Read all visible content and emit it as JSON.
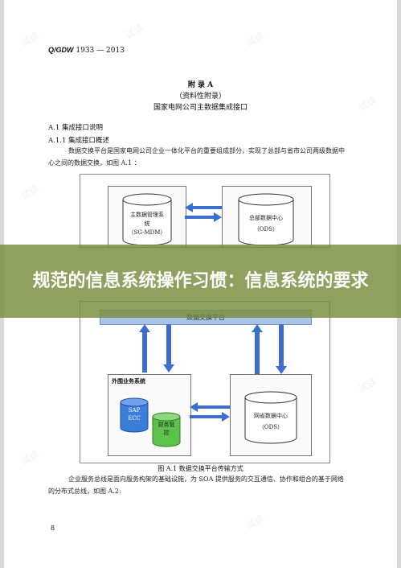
{
  "document": {
    "standard_code": "Q/GDW",
    "standard_number": "1933 — 2013",
    "annex_heading": "附 录 A",
    "annex_type": "（资料性附录）",
    "annex_title": "国家电网公司主数据集成接口",
    "section_a1": "A.1   集成接口说明",
    "section_a11": "A.1.1   集成接口概述",
    "paragraph1_line1": "数据交换平台是国家电网公司企业一体化平台的重要组成部分，实现了总部与省市公司两级数据中",
    "paragraph1_line2": "心之间的数据交换，如图 A.1 ：",
    "paragraph2_line1": "企业服务总线是面向服务构架的基础设施，为 SOA 提供服务的交互通信、协作和组合的基于网络",
    "paragraph2_line2": "的分布式总线，如图 A.2:",
    "page_number": "8"
  },
  "figure": {
    "mdm_label_line1": "主数据管理系",
    "mdm_label_line2": "统",
    "mdm_label_line3": "（SG-MDM）",
    "hq_dc_label_line1": "总部数据中心",
    "hq_dc_label_line2": "（ODS）",
    "exchange_platform": "数据交换平台",
    "external_system": "外围业务系统",
    "sap_label_line1": "SAP",
    "sap_label_line2": "ECC",
    "finance_label_line1": "财务管",
    "finance_label_line2": "控",
    "prov_dc_label_line1": "网省数据中心",
    "prov_dc_label_line2": "（ODS）",
    "caption": "图 A.1   数据交换平台传输方式"
  },
  "banner": {
    "title": "规范的信息系统操作习惯：信息系统的要求"
  },
  "watermark": "试读",
  "colors": {
    "banner": "#788c3c",
    "arrow": "#3a6fd0",
    "cylinder_blue": "#3b7dd8",
    "cylinder_green": "#5cc24a",
    "exchange_bar": "#a9c3e4"
  }
}
